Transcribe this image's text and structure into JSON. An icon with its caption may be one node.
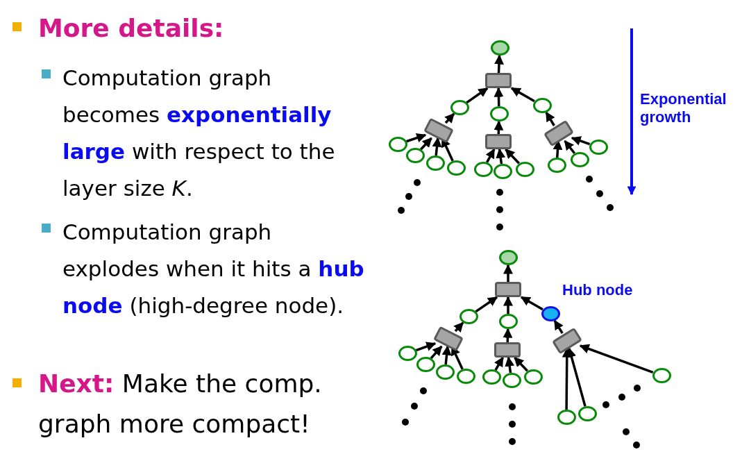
{
  "diagram": {
    "nodes": [
      {
        "text": [],
        "shape": "circle"
      },
      {
        "text": [],
        "shape": "box"
      },
      {
        "text": [],
        "shape": "circle"
      },
      {
        "text": [],
        "shape": "circle"
      },
      {
        "text": [],
        "shape": "circle"
      },
      {
        "text": [],
        "shape": "box"
      },
      {
        "text": [],
        "shape": "box"
      },
      {
        "text": [],
        "shape": "box"
      },
      {
        "text": [],
        "shape": "circle"
      },
      {
        "text": [],
        "shape": "circle"
      },
      {
        "text": [],
        "shape": "circle"
      },
      {
        "text": [],
        "shape": "circle"
      },
      {
        "text": [],
        "shape": "circle"
      },
      {
        "text": [],
        "shape": "circle"
      },
      {
        "text": [],
        "shape": "circle"
      },
      {
        "text": [],
        "shape": "circle"
      },
      {
        "text": [],
        "shape": "circle"
      },
      {
        "text": [],
        "shape": "circle"
      },
      {
        "text": [],
        "shape": "circle"
      },
      {
        "text": [],
        "shape": "box"
      },
      {
        "text": [],
        "shape": "circle"
      },
      {
        "text": [],
        "shape": "circle"
      },
      {
        "text": [],
        "shape": "circle",
        "beside": [
          "Hub node"
        ]
      },
      {
        "text": [],
        "shape": "box"
      },
      {
        "text": [],
        "shape": "box"
      },
      {
        "text": [],
        "shape": "box"
      },
      {
        "text": [],
        "shape": "circle"
      },
      {
        "text": [],
        "shape": "circle"
      },
      {
        "text": [],
        "shape": "circle"
      },
      {
        "text": [],
        "shape": "circle"
      },
      {
        "text": [],
        "shape": "circle"
      },
      {
        "text": [],
        "shape": "circle"
      },
      {
        "text": [],
        "shape": "circle"
      },
      {
        "text": [],
        "shape": "circle"
      },
      {
        "text": [],
        "shape": "circle"
      },
      {
        "text": [],
        "shape": "circle"
      }
    ],
    "edges": [
      {
        "from": 1,
        "to": 0,
        "arrow": "to"
      },
      {
        "from": 2,
        "to": 1,
        "arrow": "to"
      },
      {
        "from": 3,
        "to": 1,
        "arrow": "to"
      },
      {
        "from": 4,
        "to": 1,
        "arrow": "to"
      },
      {
        "from": 5,
        "to": 2,
        "arrow": "to"
      },
      {
        "from": 6,
        "to": 3,
        "arrow": "to"
      },
      {
        "from": 7,
        "to": 4,
        "arrow": "to"
      },
      {
        "from": 8,
        "to": 5,
        "arrow": "to"
      },
      {
        "from": 9,
        "to": 5,
        "arrow": "to"
      },
      {
        "from": 10,
        "to": 5,
        "arrow": "to"
      },
      {
        "from": 11,
        "to": 5,
        "arrow": "to"
      },
      {
        "from": 12,
        "to": 6,
        "arrow": "to"
      },
      {
        "from": 13,
        "to": 6,
        "arrow": "to"
      },
      {
        "from": 14,
        "to": 6,
        "arrow": "to"
      },
      {
        "from": 15,
        "to": 7,
        "arrow": "to"
      },
      {
        "from": 16,
        "to": 7,
        "arrow": "to"
      },
      {
        "from": 17,
        "to": 7,
        "arrow": "to"
      },
      {
        "from": 19,
        "to": 18,
        "arrow": "to"
      },
      {
        "from": 20,
        "to": 19,
        "arrow": "to"
      },
      {
        "from": 21,
        "to": 19,
        "arrow": "to"
      },
      {
        "from": 22,
        "to": 19,
        "arrow": "to"
      },
      {
        "from": 23,
        "to": 20,
        "arrow": "to"
      },
      {
        "from": 24,
        "to": 21,
        "arrow": "to"
      },
      {
        "from": 25,
        "to": 22,
        "arrow": "to"
      },
      {
        "from": 26,
        "to": 23,
        "arrow": "to"
      },
      {
        "from": 27,
        "to": 23,
        "arrow": "to"
      },
      {
        "from": 28,
        "to": 23,
        "arrow": "to"
      },
      {
        "from": 29,
        "to": 23,
        "arrow": "to"
      },
      {
        "from": 30,
        "to": 24,
        "arrow": "to"
      },
      {
        "from": 31,
        "to": 24,
        "arrow": "to"
      },
      {
        "from": 32,
        "to": 24,
        "arrow": "to"
      },
      {
        "from": 33,
        "to": 25,
        "arrow": "to"
      },
      {
        "from": 34,
        "to": 25,
        "arrow": "to"
      },
      {
        "from": 35,
        "to": 25,
        "arrow": "to"
      }
    ],
    "labels": [
      "More details:",
      "Computation graph becomes **exponentially large** with respect to the layer size *K*.",
      "Computation graph explodes when it hits a **hub node** (high-degree node).",
      "**Next:** Make the comp. graph more compact!",
      "Exponential growth"
    ]
  }
}
